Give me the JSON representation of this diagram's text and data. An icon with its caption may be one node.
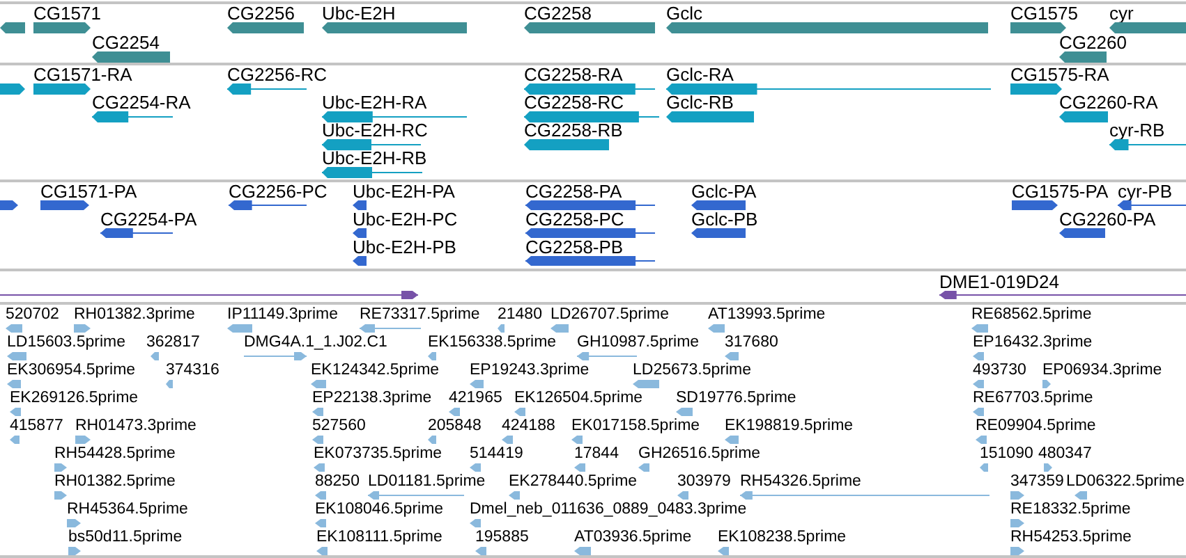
{
  "diagram": {
    "nodes": [
      {
        "text": [],
        "shape": "arrow"
      },
      {
        "text": [
          "CG1571"
        ]
      },
      {
        "text": [
          "CG2254"
        ]
      },
      {
        "text": [
          "CG2256"
        ]
      },
      {
        "text": [
          "Ubc-E2H"
        ]
      },
      {
        "text": [
          "CG2258"
        ]
      },
      {
        "text": [
          "Gclc"
        ]
      },
      {
        "text": [
          "CG1575"
        ]
      },
      {
        "text": [
          "cyr"
        ]
      },
      {
        "text": [
          "CG2260"
        ]
      },
      {
        "text": [],
        "shape": "arrow"
      },
      {
        "text": [
          "CG1571-RA"
        ]
      },
      {
        "text": [
          "CG2254-RA"
        ]
      },
      {
        "text": [
          "CG2256-RC"
        ]
      },
      {
        "text": [
          "Ubc-E2H-RA"
        ]
      },
      {
        "text": [
          "Ubc-E2H-RC"
        ]
      },
      {
        "text": [
          "Ubc-E2H-RB"
        ]
      },
      {
        "text": [
          "CG2258-RA"
        ]
      },
      {
        "text": [
          "CG2258-RC"
        ]
      },
      {
        "text": [
          "CG2258-RB"
        ]
      },
      {
        "text": [
          "Gclc-RA"
        ]
      },
      {
        "text": [
          "Gclc-RB"
        ]
      },
      {
        "text": [
          "CG1575-RA"
        ]
      },
      {
        "text": [
          "CG2260-RA"
        ]
      },
      {
        "text": [
          "cyr-RB"
        ]
      },
      {
        "text": [],
        "shape": "arrow"
      },
      {
        "text": [
          "CG1571-PA"
        ]
      },
      {
        "text": [
          "CG2254-PA"
        ]
      },
      {
        "text": [
          "CG2256-PC"
        ]
      },
      {
        "text": [
          "Ubc-E2H-PA"
        ]
      },
      {
        "text": [
          "Ubc-E2H-PC"
        ]
      },
      {
        "text": [
          "Ubc-E2H-PB"
        ]
      },
      {
        "text": [
          "CG2258-PA"
        ]
      },
      {
        "text": [
          "CG2258-PC"
        ]
      },
      {
        "text": [
          "CG2258-PB"
        ]
      },
      {
        "text": [
          "Gclc-PA"
        ]
      },
      {
        "text": [
          "Gclc-PB"
        ]
      },
      {
        "text": [
          "CG1575-PA"
        ]
      },
      {
        "text": [
          "cyr-PB"
        ]
      },
      {
        "text": [
          "CG2260-PA"
        ]
      },
      {
        "text": [],
        "shape": "arrow"
      },
      {
        "text": [
          "DME1-019D24"
        ]
      },
      {
        "text": [
          "520702"
        ]
      },
      {
        "text": [
          "RH01382.3prime"
        ]
      },
      {
        "text": [
          "IP11149.3prime"
        ]
      },
      {
        "text": [
          "RE73317.5prime"
        ]
      },
      {
        "text": [
          "21480"
        ]
      },
      {
        "text": [
          "LD26707.5prime"
        ]
      },
      {
        "text": [
          "AT13993.5prime"
        ]
      },
      {
        "text": [
          "RE68562.5prime"
        ]
      },
      {
        "text": [
          "LD15603.5prime"
        ]
      },
      {
        "text": [
          "362817"
        ]
      },
      {
        "text": [
          "DMG4A.1_1.J02.C1"
        ]
      },
      {
        "text": [
          "EK156338.5prime"
        ]
      },
      {
        "text": [
          "GH10987.5prime"
        ]
      },
      {
        "text": [
          "317680"
        ]
      },
      {
        "text": [
          "EP16432.3prime"
        ]
      },
      {
        "text": [
          "EK306954.5prime"
        ]
      },
      {
        "text": [
          "374316"
        ]
      },
      {
        "text": [
          "EK124342.5prime"
        ]
      },
      {
        "text": [
          "EP19243.3prime"
        ]
      },
      {
        "text": [
          "LD25673.5prime"
        ]
      },
      {
        "text": [
          "493730"
        ]
      },
      {
        "text": [
          "EP06934.3prime"
        ]
      },
      {
        "text": [
          "EK269126.5prime"
        ]
      },
      {
        "text": [
          "EP22138.3prime"
        ]
      },
      {
        "text": [
          "421965"
        ]
      },
      {
        "text": [
          "EK126504.5prime"
        ]
      },
      {
        "text": [
          "SD19776.5prime"
        ]
      },
      {
        "text": [
          "RE67703.5prime"
        ]
      },
      {
        "text": [
          "415877"
        ]
      },
      {
        "text": [
          "RH01473.3prime"
        ]
      },
      {
        "text": [
          "527560"
        ]
      },
      {
        "text": [
          "205848"
        ]
      },
      {
        "text": [
          "424188"
        ]
      },
      {
        "text": [
          "EK017158.5prime"
        ]
      },
      {
        "text": [
          "EK198819.5prime"
        ]
      },
      {
        "text": [
          "RE09904.5prime"
        ]
      },
      {
        "text": [
          "RH54428.5prime"
        ]
      },
      {
        "text": [
          "EK073735.5prime"
        ]
      },
      {
        "text": [
          "514419"
        ]
      },
      {
        "text": [
          "17844"
        ]
      },
      {
        "text": [
          "GH26516.5prime"
        ]
      },
      {
        "text": [
          "151090"
        ]
      },
      {
        "text": [
          "480347"
        ]
      },
      {
        "text": [
          "RH01382.5prime"
        ]
      },
      {
        "text": [
          "88250"
        ]
      },
      {
        "text": [
          "LD01181.5prime"
        ]
      },
      {
        "text": [
          "EK278440.5prime"
        ]
      },
      {
        "text": [
          "303979"
        ]
      },
      {
        "text": [
          "RH54326.5prime"
        ]
      },
      {
        "text": [
          "347359"
        ]
      },
      {
        "text": [
          "LD06322.5prime"
        ]
      },
      {
        "text": [
          "RH45364.5prime"
        ]
      },
      {
        "text": [
          "EK108046.5prime"
        ]
      },
      {
        "text": [
          "Dmel_neb_011636_0889_0483.3prime"
        ]
      },
      {
        "text": [
          "RE18332.5prime"
        ]
      },
      {
        "text": [
          "bs50d11.5prime"
        ]
      },
      {
        "text": [
          "EK108111.5prime"
        ]
      },
      {
        "text": [
          "195885"
        ]
      },
      {
        "text": [
          "AT03936.5prime"
        ]
      },
      {
        "text": [
          "EK108238.5prime"
        ]
      },
      {
        "text": [
          "RH54253.5prime"
        ]
      }
    ]
  }
}
